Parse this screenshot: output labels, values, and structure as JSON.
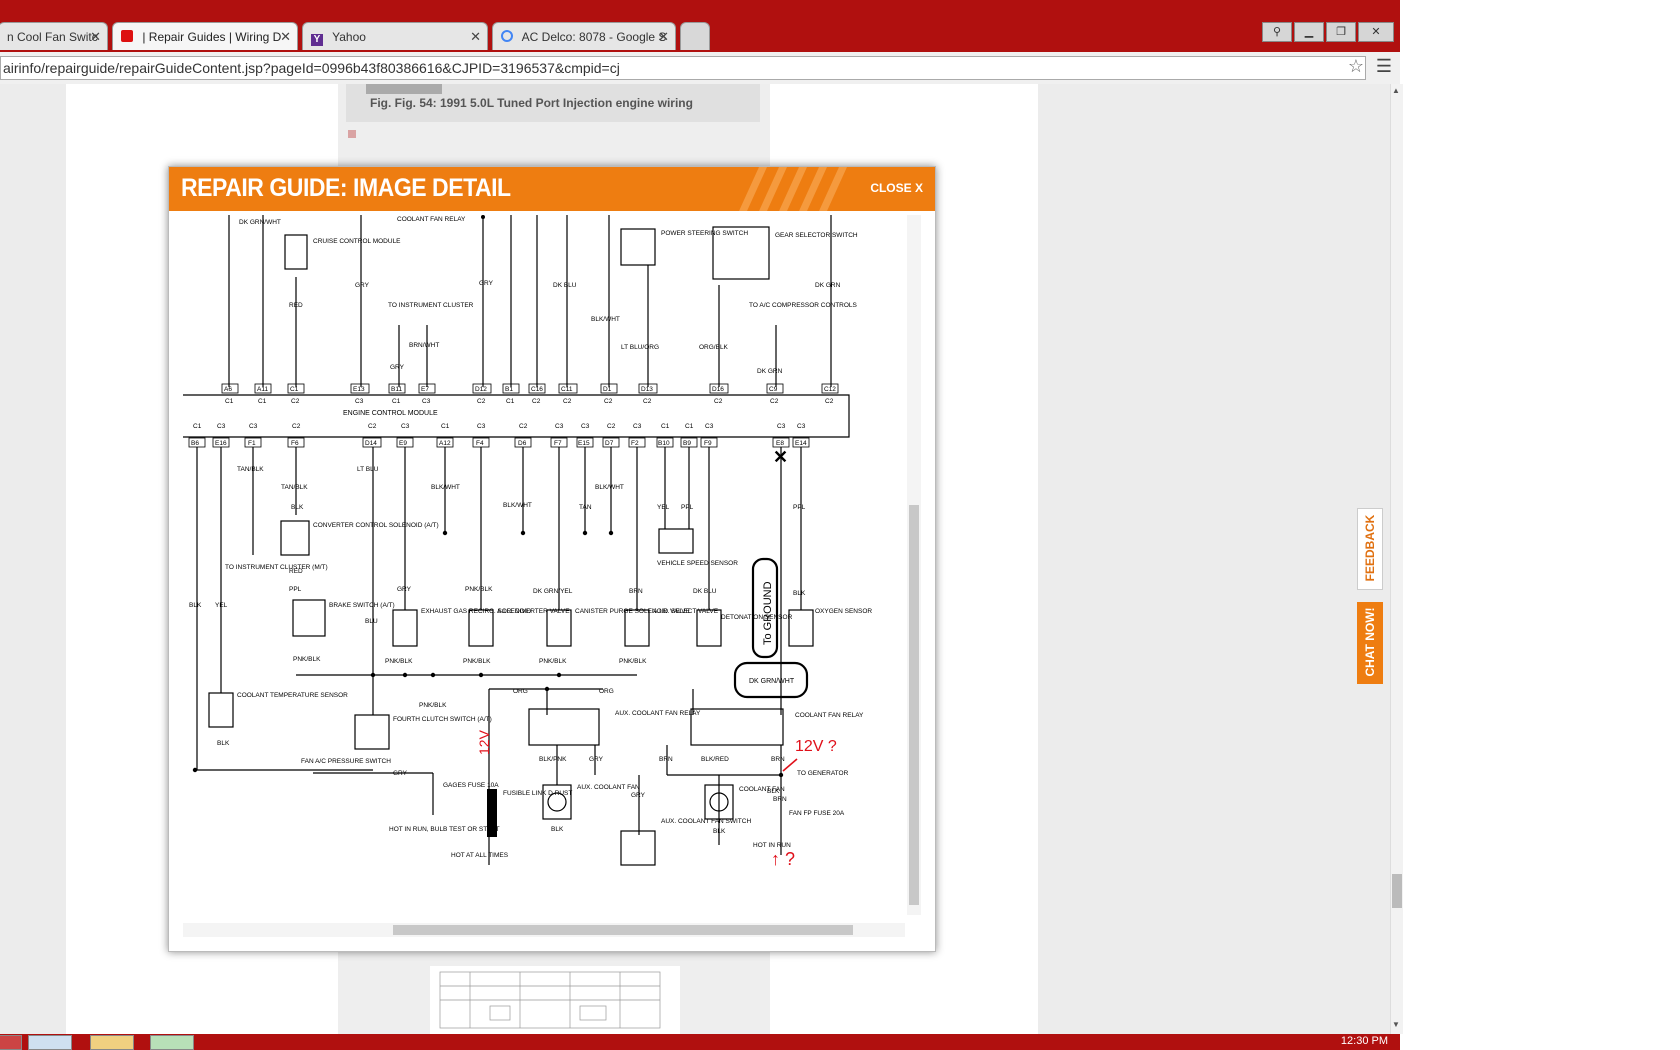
{
  "browser": {
    "tabs": [
      {
        "label": "n Cool Fan Switc",
        "active": false
      },
      {
        "label": "| Repair Guides | Wiring D",
        "active": true
      },
      {
        "label": "Yahoo",
        "active": false
      },
      {
        "label": "AC Delco: 8078 - Google S",
        "active": false
      }
    ],
    "url": "airinfo/repairguide/repairGuideContent.jsp?pageId=0996b43f80386616&CJPID=3196537&cmpid=cj",
    "clock": "12:30 PM"
  },
  "page": {
    "caption": "Fig. Fig. 54: 1991 5.0L Tuned Port Injection engine wiring",
    "feedback_label": "FEEDBACK",
    "chat_label": "CHAT NOW!"
  },
  "modal": {
    "title": "REPAIR GUIDE: IMAGE DETAIL",
    "close_label": "CLOSE X"
  },
  "diagram": {
    "module_label": "ENGINE CONTROL MODULE",
    "top_labels": [
      "DK GRN/WHT",
      "CRUISE CONTROL MODULE",
      "COOLANT FAN RELAY",
      "GRY",
      "POWER STEERING SWITCH",
      "GEAR SELECTOR SWITCH",
      "RED",
      "GRY",
      "TO INSTRUMENT CLUSTER",
      "BRN/WHT",
      "GRY",
      "DK BLU",
      "BLK/WHT",
      "LT BLU/ORG",
      "ORG/BLK",
      "TO A/C COMPRESSOR CONTROLS",
      "DK GRN",
      "DK GRN"
    ],
    "top_pins": [
      {
        "pin": "A6",
        "conn": "C1"
      },
      {
        "pin": "A11",
        "conn": "C1"
      },
      {
        "pin": "C1",
        "conn": "C2"
      },
      {
        "pin": "E13",
        "conn": "C3"
      },
      {
        "pin": "B11",
        "conn": "C1"
      },
      {
        "pin": "E7",
        "conn": "C3"
      },
      {
        "pin": "D12",
        "conn": "C2"
      },
      {
        "pin": "B1",
        "conn": "C1"
      },
      {
        "pin": "C16",
        "conn": "C2"
      },
      {
        "pin": "C11",
        "conn": "C2"
      },
      {
        "pin": "D1",
        "conn": "C2"
      },
      {
        "pin": "D13",
        "conn": "C2"
      },
      {
        "pin": "D16",
        "conn": "C2"
      },
      {
        "pin": "C9",
        "conn": "C2"
      },
      {
        "pin": "C12",
        "conn": "C2"
      }
    ],
    "bottom_pins": [
      {
        "pin": "B6",
        "conn": "C1"
      },
      {
        "pin": "E16",
        "conn": "C3"
      },
      {
        "pin": "F1",
        "conn": "C3"
      },
      {
        "pin": "F6",
        "conn": "C2"
      },
      {
        "pin": "D14",
        "conn": "C2"
      },
      {
        "pin": "E9",
        "conn": "C3"
      },
      {
        "pin": "A12",
        "conn": "C1"
      },
      {
        "pin": "F4",
        "conn": "C3"
      },
      {
        "pin": "D6",
        "conn": "C2"
      },
      {
        "pin": "F7",
        "conn": "C3"
      },
      {
        "pin": "E15",
        "conn": "C3"
      },
      {
        "pin": "D7",
        "conn": "C2"
      },
      {
        "pin": "F2",
        "conn": "C3"
      },
      {
        "pin": "B10",
        "conn": "C1"
      },
      {
        "pin": "B9",
        "conn": "C1"
      },
      {
        "pin": "F9",
        "conn": "C3"
      },
      {
        "pin": "E8",
        "conn": "C3"
      },
      {
        "pin": "E14",
        "conn": "C3"
      }
    ],
    "components": [
      "CONVERTER CONTROL SOLENOID (A/T)",
      "TO INSTRUMENT CLUSTER (M/T)",
      "BRAKE SWITCH (A/T)",
      "EXHAUST GAS RECIRC. SOLENOID",
      "A.I.R. DIVERTER VALVE",
      "CANISTER PURGE SOLENOID VALVE",
      "A.I.R. SELECT VALVE",
      "VEHICLE SPEED SENSOR",
      "DETONATION SENSOR",
      "OXYGEN SENSOR",
      "COOLANT TEMPERATURE SENSOR",
      "FOURTH CLUTCH SWITCH (A/T)",
      "AUX. COOLANT FAN RELAY",
      "COOLANT FAN RELAY",
      "FAN A/C PRESSURE SWITCH",
      "GAGES FUSE 10A",
      "HOT IN RUN, BULB TEST OR START",
      "FUSIBLE LINK D RUST",
      "HOT AT ALL TIMES",
      "AUX. COOLANT FAN",
      "AUX. COOLANT FAN SWITCH",
      "COOLANT FAN",
      "TO GENERATOR",
      "FAN FP FUSE 20A",
      "HOT IN RUN"
    ],
    "wire_labels": [
      "TAN/BLK",
      "TAN/BLK",
      "BLK",
      "RED",
      "PPL",
      "LT BLU",
      "BLK/WHT",
      "BLK/WHT",
      "TAN",
      "BLK/WHT",
      "YEL",
      "PPL",
      "PPL",
      "BLK",
      "YEL",
      "GRY",
      "PNK/BLK",
      "DK GRN/YEL",
      "BRN",
      "DK BLU",
      "BLK",
      "BLU",
      "PNK/BLK",
      "PNK/BLK",
      "PNK/BLK",
      "PNK/BLK",
      "PNK/BLK",
      "PNK/BLK",
      "ORG",
      "ORG",
      "BLK/PNK",
      "GRY",
      "BRN",
      "BLK/RED",
      "BRN",
      "GRY",
      "BLK",
      "BLK",
      "BLK",
      "GRY",
      "BRN",
      "BLK"
    ],
    "annotations": {
      "ground": "To GROUND",
      "circled": "DK GRN/WHT",
      "volts_1": "12V",
      "volts_2": "12V ?",
      "arrow_q": "↑ ?"
    }
  }
}
